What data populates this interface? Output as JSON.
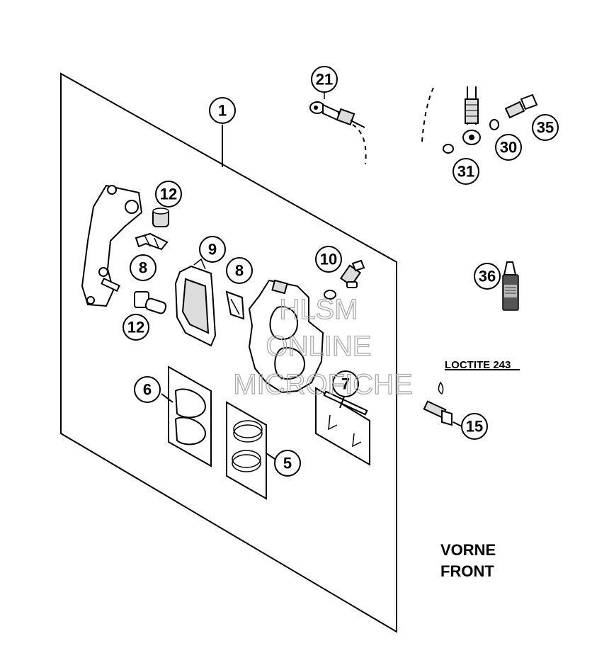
{
  "diagram": {
    "callouts": [
      {
        "id": "c1",
        "label": "1"
      },
      {
        "id": "c21",
        "label": "21"
      },
      {
        "id": "c35",
        "label": "35"
      },
      {
        "id": "c30",
        "label": "30"
      },
      {
        "id": "c31",
        "label": "31"
      },
      {
        "id": "c12a",
        "label": "12"
      },
      {
        "id": "c8a",
        "label": "8"
      },
      {
        "id": "c9",
        "label": "9"
      },
      {
        "id": "c8b",
        "label": "8"
      },
      {
        "id": "c10",
        "label": "10"
      },
      {
        "id": "c36",
        "label": "36"
      },
      {
        "id": "c12b",
        "label": "12"
      },
      {
        "id": "c6",
        "label": "6"
      },
      {
        "id": "c7",
        "label": "7"
      },
      {
        "id": "c5",
        "label": "5"
      },
      {
        "id": "c15",
        "label": "15"
      }
    ],
    "loctite_label": "LOCTITE 243",
    "front_label_line1": "VORNE",
    "front_label_line2": "FRONT",
    "watermark": {
      "line1": "HLSM",
      "line2": "ONLINE",
      "line3": "MICROFICHE"
    }
  }
}
